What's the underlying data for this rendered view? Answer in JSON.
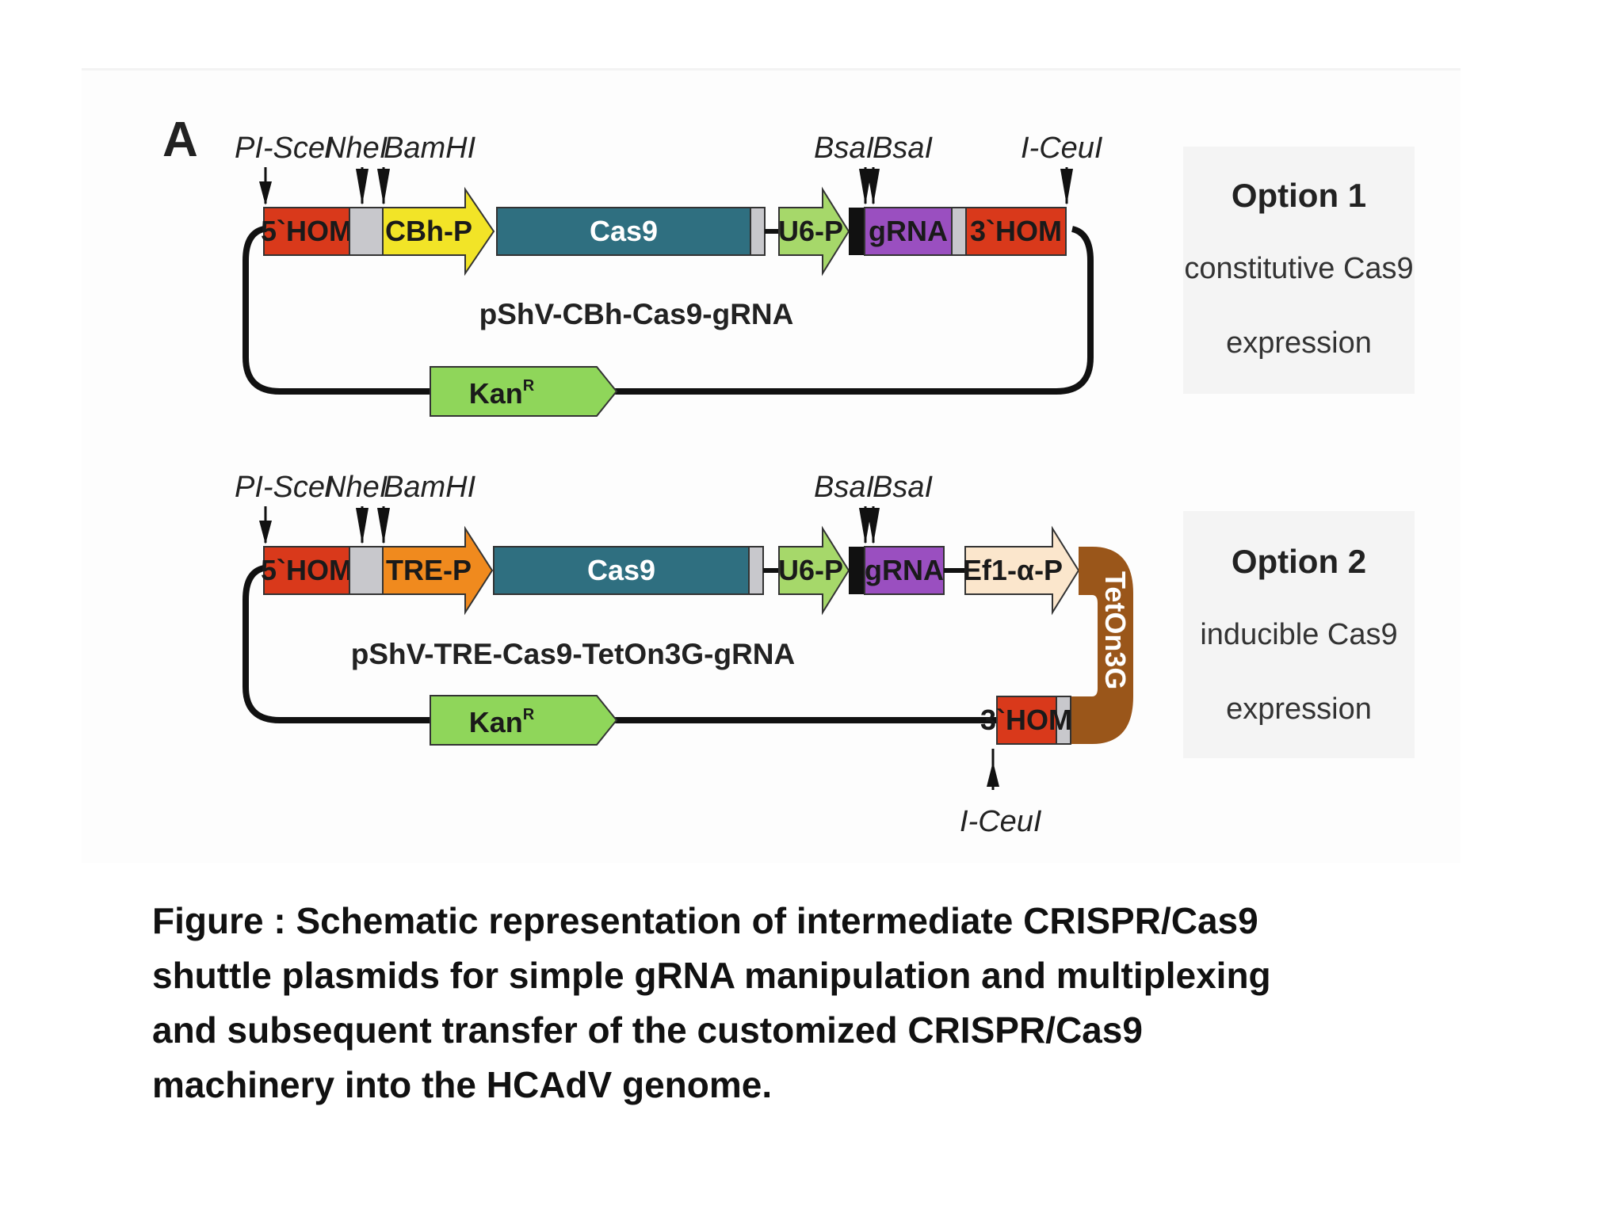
{
  "panel_label": "A",
  "site_labels": {
    "pi_scei": "PI-SceI",
    "nhei": "NheI",
    "bamhi": "BamHI",
    "bsai_1": "BsaI",
    "bsai_2": "BsaI",
    "i_ceui": "I-CeuI"
  },
  "plasmid1": {
    "name": "pShV-CBh-Cas9-gRNA",
    "hom5": "5`HOM",
    "promoter": "CBh-P",
    "cas9": "Cas9",
    "u6": "U6-P",
    "grna": "gRNA",
    "hom3": "3`HOM",
    "kan": "Kan",
    "kan_sup": "R"
  },
  "plasmid2": {
    "name": "pShV-TRE-Cas9-TetOn3G-gRNA",
    "hom5": "5`HOM",
    "promoter": "TRE-P",
    "cas9": "Cas9",
    "u6": "U6-P",
    "grna": "gRNA",
    "ef1": "Ef1-α-P",
    "teton": "TetOn3G",
    "hom3": "3`HOM",
    "kan": "Kan",
    "kan_sup": "R"
  },
  "option1": {
    "title": "Option 1",
    "line1": "constitutive Cas9",
    "line2": "expression"
  },
  "option2": {
    "title": "Option 2",
    "line1": "inducible Cas9",
    "line2": "expression"
  },
  "caption": {
    "line1": "Figure : Schematic representation of intermediate CRISPR/Cas9",
    "line2": "shuttle plasmids for simple gRNA manipulation and multiplexing",
    "line3": "and subsequent transfer of the customized CRISPR/Cas9",
    "line4": "machinery into the HCAdV genome."
  },
  "colors": {
    "hom": "#d9391b",
    "spacer": "#c8c8cc",
    "cbh": "#f2e427",
    "tre": "#f08a1e",
    "cas9": "#2f6f80",
    "u6": "#a6d86a",
    "grna": "#9a4fc0",
    "kan": "#8fd65a",
    "ef1": "#fbe6cc",
    "teton": "#9a561a",
    "option_bg": "#f4f4f4"
  }
}
